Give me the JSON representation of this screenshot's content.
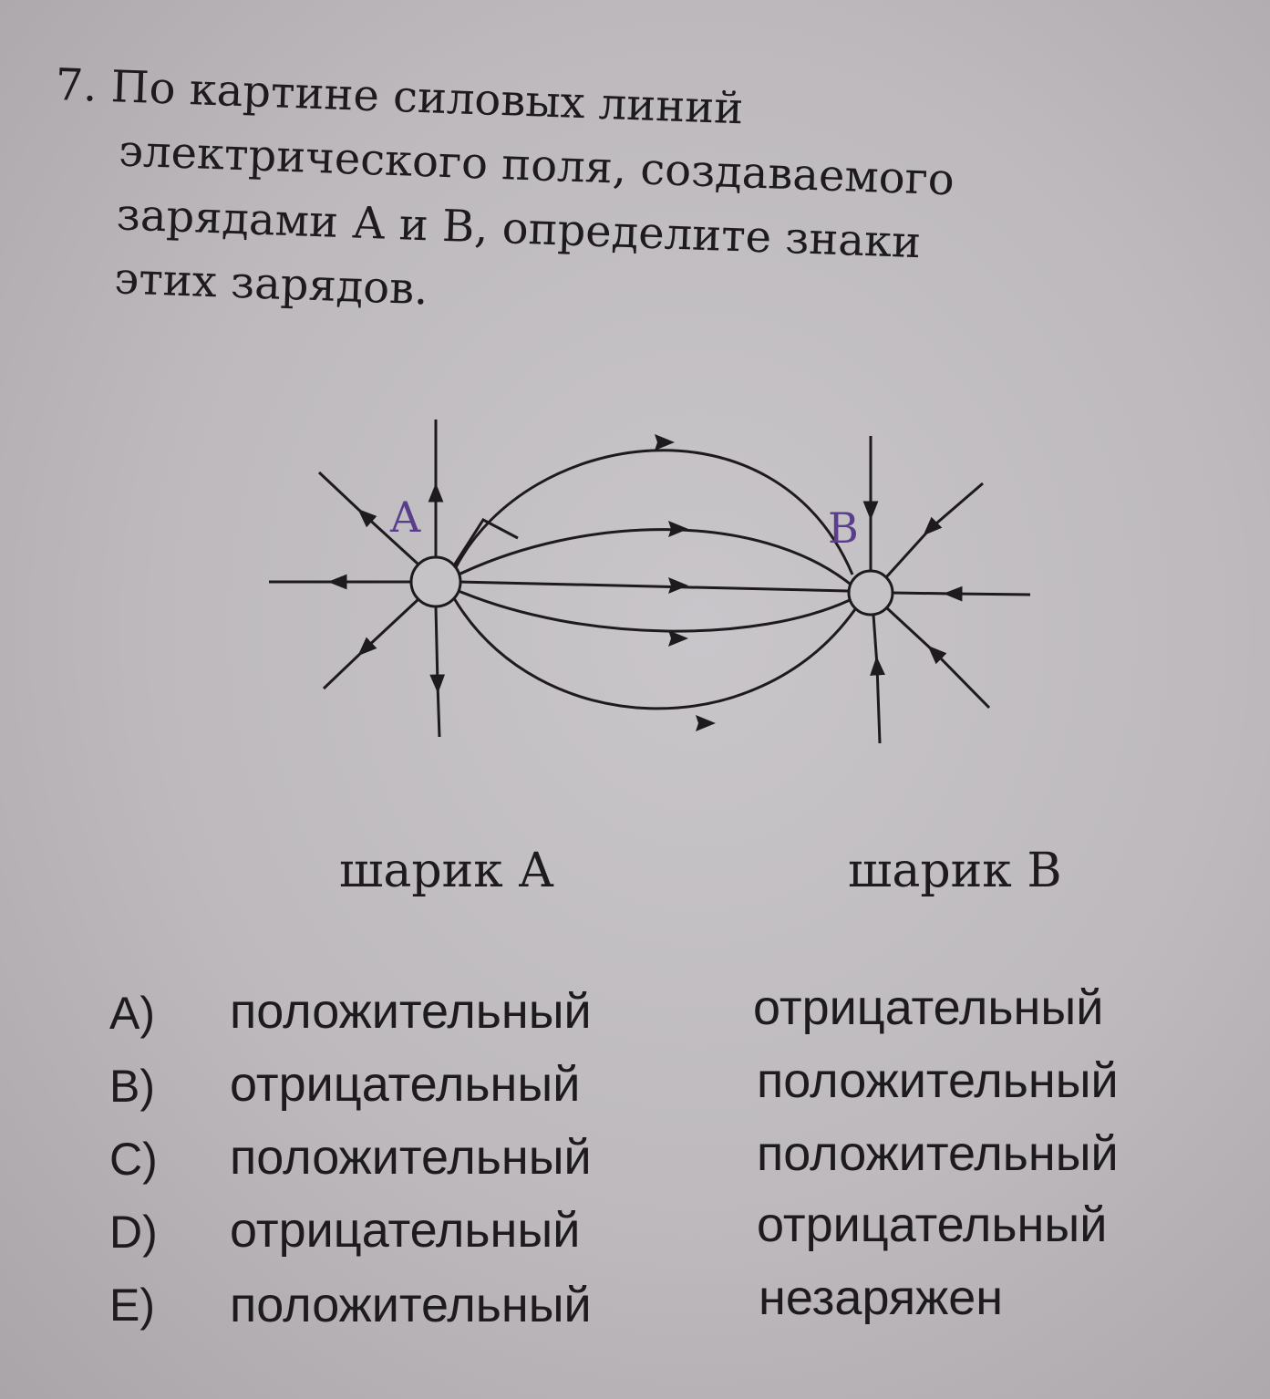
{
  "question": {
    "number": "7.",
    "lines": [
      "По картине силовых линий",
      "электрического поля, создаваемого",
      "зарядами А и В, определите знаки",
      "этих зарядов."
    ]
  },
  "diagram": {
    "label_a": "A",
    "label_b": "B",
    "label_color": "#5a3e8c"
  },
  "columns": {
    "a": "шарик А",
    "b": "шарик В"
  },
  "options": [
    {
      "letter": "A)",
      "a": "положительный",
      "b": "отрицательный"
    },
    {
      "letter": "B)",
      "a": "отрицательный",
      "b": "положительный"
    },
    {
      "letter": "C)",
      "a": "положительный",
      "b": "положительный"
    },
    {
      "letter": "D)",
      "a": "отрицательный",
      "b": "отрицательный"
    },
    {
      "letter": "E)",
      "a": "положительный",
      "b": "незаряжен"
    }
  ]
}
